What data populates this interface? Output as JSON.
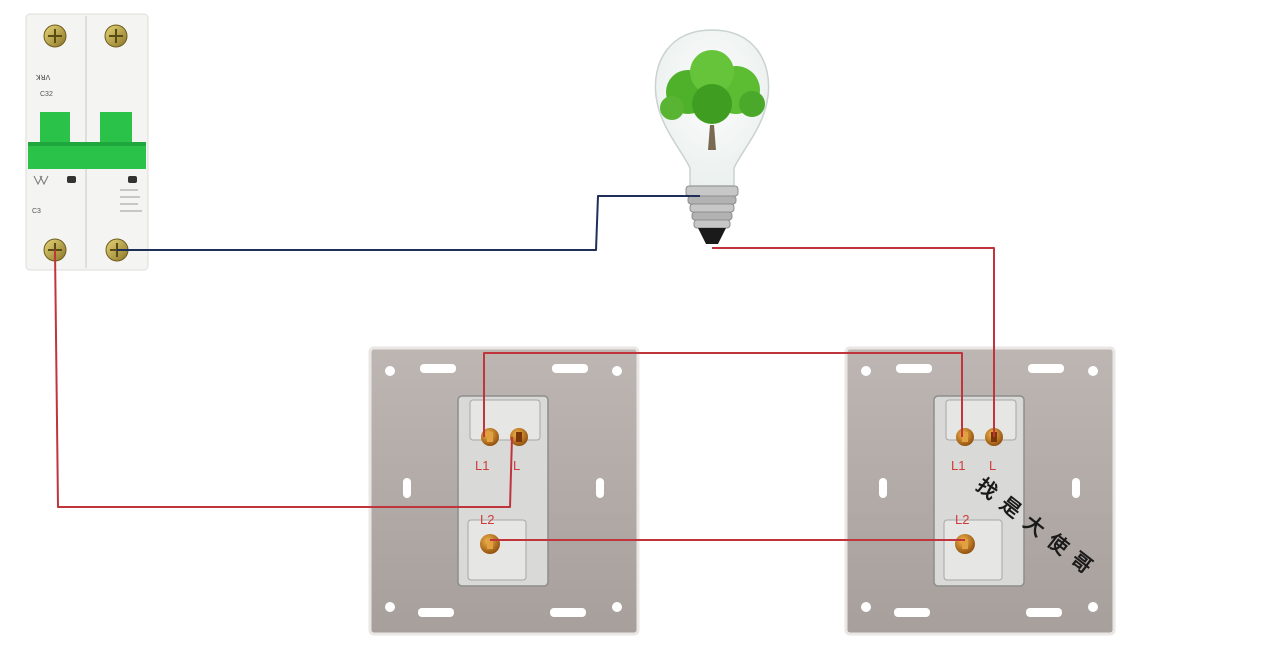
{
  "colors": {
    "live_wire": "#c0343c",
    "neutral_wire": "#1f2f57",
    "breaker_body": "#f4f4f2",
    "breaker_lever": "#2bc24a",
    "switch_plate": "#b3aba7",
    "switch_core": "#d9d9d7",
    "terminal_brass": "#c8761c",
    "label_red": "#d03b3b",
    "tree_green": "#4fb02a"
  },
  "breaker": {
    "brand_text": "ꓘꓤꓥ",
    "model_text": "C32",
    "curve_text": "C3"
  },
  "switch_left": {
    "terminal_l1": "L1",
    "terminal_l": "L",
    "terminal_l2": "L2"
  },
  "switch_right": {
    "terminal_l1": "L1",
    "terminal_l": "L",
    "terminal_l2": "L2"
  },
  "watermark": "找是大使哥"
}
